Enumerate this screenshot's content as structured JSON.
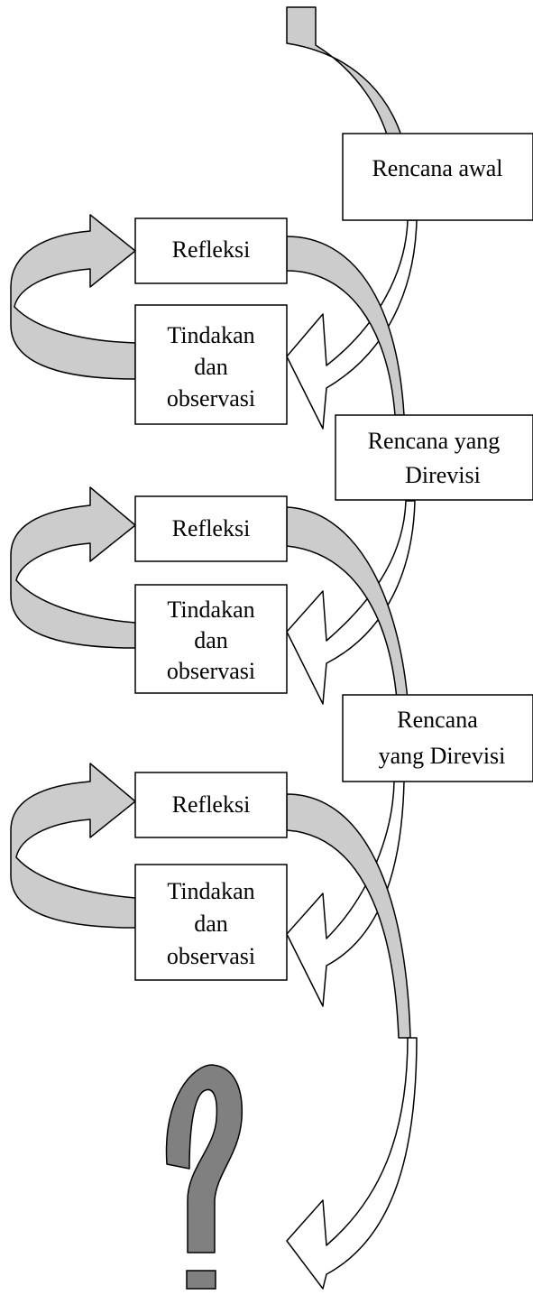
{
  "colors": {
    "arrow_fill": "#cccccc",
    "question_fill": "#808080",
    "outline": "#000000",
    "background": "#ffffff"
  },
  "plans": [
    {
      "lines": [
        "Rencana awal"
      ]
    },
    {
      "lines": [
        "Rencana yang",
        "Direvisi"
      ]
    },
    {
      "lines": [
        "Rencana",
        "yang Direvisi"
      ]
    }
  ],
  "cycles": [
    {
      "reflection": "Refleksi",
      "action": [
        "Tindakan",
        "dan",
        "observasi"
      ]
    },
    {
      "reflection": "Refleksi",
      "action": [
        "Tindakan",
        "dan",
        "observasi"
      ]
    },
    {
      "reflection": "Refleksi",
      "action": [
        "Tindakan",
        "dan",
        "observasi"
      ]
    }
  ],
  "end_icon": "question-mark-icon"
}
